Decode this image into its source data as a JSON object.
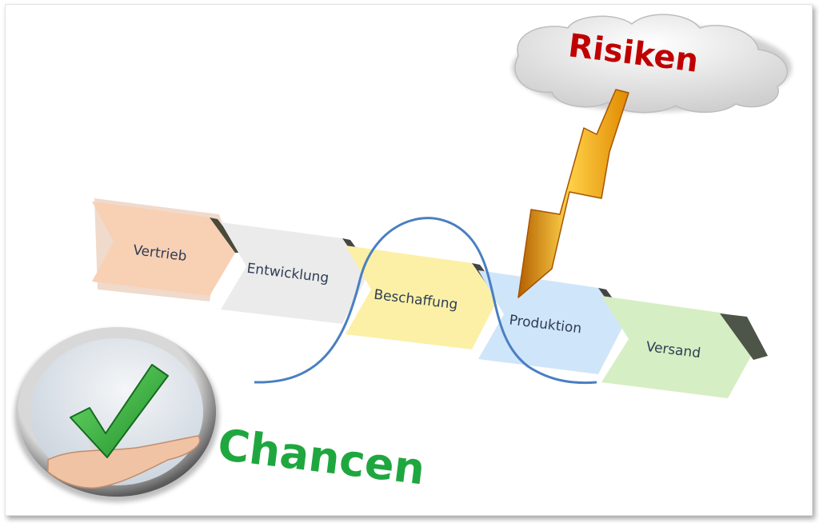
{
  "process": {
    "stages": [
      {
        "label": "Vertrieb",
        "color": "#f8d0b4"
      },
      {
        "label": "Entwicklung",
        "color": "#ebebeb"
      },
      {
        "label": "Beschaffung",
        "color": "#fbf0a6"
      },
      {
        "label": "Produktion",
        "color": "#cfe5fa"
      },
      {
        "label": "Versand",
        "color": "#d6eec3"
      }
    ]
  },
  "risk": {
    "label": "Risiken",
    "color": "#c00000"
  },
  "chance": {
    "label": "Chancen",
    "color": "#1fa73f"
  },
  "icons": {
    "cloud": "cloud-icon",
    "lightning": "lightning-bolt-icon",
    "checkmark": "checkmark-hand-icon"
  }
}
